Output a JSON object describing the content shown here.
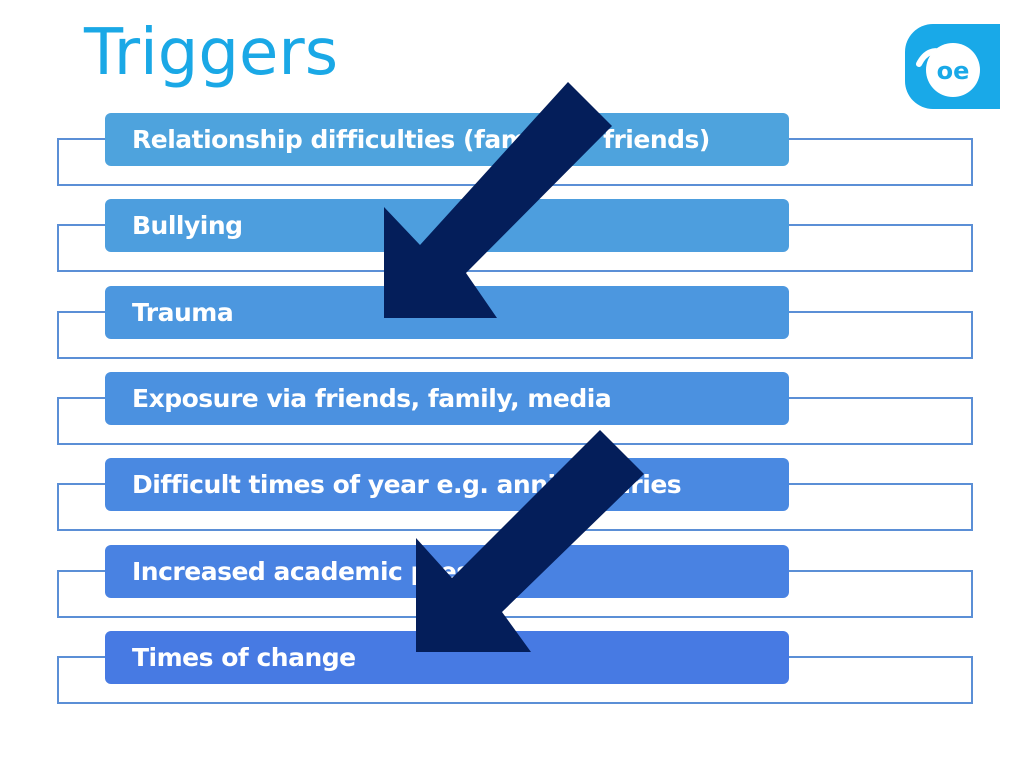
{
  "slide": {
    "title": "Triggers",
    "logo_text": "oe",
    "items": [
      {
        "label": "Relationship difficulties (family or friends)",
        "color": "#4ea3dd"
      },
      {
        "label": "Bullying",
        "color": "#4d9ede"
      },
      {
        "label": "Trauma",
        "color": "#4c97df"
      },
      {
        "label": "Exposure via friends, family, media",
        "color": "#4b91e0"
      },
      {
        "label": "Difficult times of year e.g. anniversaries",
        "color": "#4a89e1"
      },
      {
        "label": "Increased academic pressure",
        "color": "#4982e2"
      },
      {
        "label": "Times of change",
        "color": "#477ae3"
      }
    ],
    "arrow_color": "#041e5a",
    "accent_color": "#1aa8e6"
  }
}
